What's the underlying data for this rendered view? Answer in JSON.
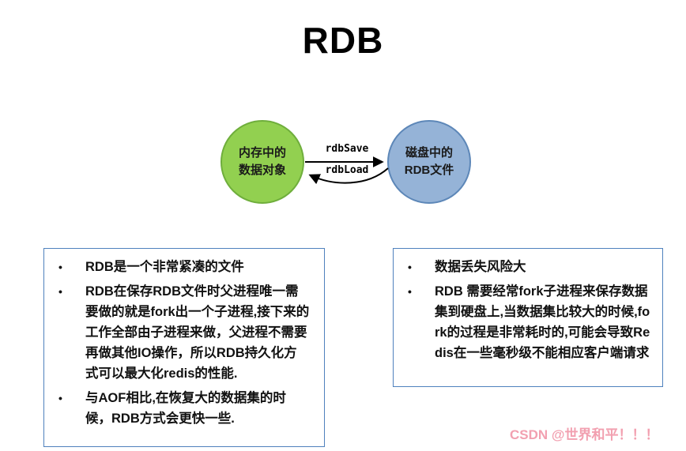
{
  "bullet_char": "•",
  "title": "RDB",
  "diagram": {
    "memory_node": {
      "line1": "内存中的",
      "line2": "数据对象"
    },
    "disk_node": {
      "line1": "磁盘中的",
      "line2": "RDB文件"
    },
    "save_label": "rdbSave",
    "load_label": "rdbLoad"
  },
  "pros_box": {
    "bullets": [
      "RDB是一个非常紧凑的文件",
      "RDB在保存RDB文件时父进程唯一需要做的就是fork出一个子进程,接下来的工作全部由子进程来做，父进程不需要再做其他IO操作，所以RDB持久化方式可以最大化redis的性能.",
      "与AOF相比,在恢复大的数据集的时候，RDB方式会更快一些."
    ]
  },
  "cons_box": {
    "bullets": [
      "数据丢失风险大",
      "RDB 需要经常fork子进程来保存数据集到硬盘上,当数据集比较大的时候,fork的过程是非常耗时的,可能会导致Redis在一些毫秒级不能相应客户端请求"
    ]
  },
  "watermark": "CSDN @世界和平！！！",
  "colors": {
    "memory_node_fill": "#92d050",
    "memory_node_border": "#6fae3c",
    "disk_node_fill": "#95b3d7",
    "disk_node_border": "#5d87b8",
    "box_border": "#4f81bd",
    "watermark": "#f2a0b0"
  }
}
